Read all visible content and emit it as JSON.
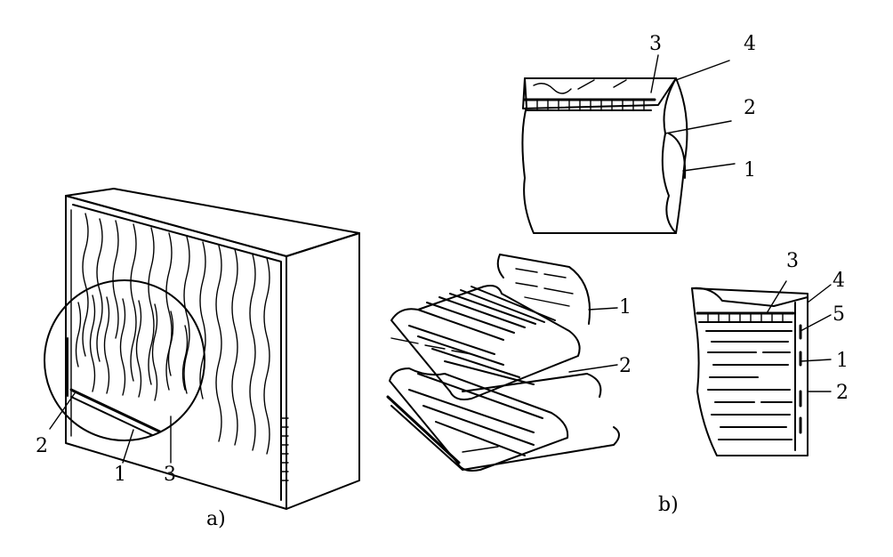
{
  "figure_a": {
    "caption": "a)",
    "callouts": [
      "2",
      "1",
      "3"
    ]
  },
  "figure_b": {
    "caption": "b)",
    "top_detail_callouts": [
      "3",
      "4",
      "2",
      "1"
    ],
    "middle_detail_callouts": [
      "1",
      "2"
    ],
    "right_detail_callouts": [
      "3",
      "4",
      "5",
      "1",
      "2"
    ]
  },
  "colors": {
    "ink": "#000000",
    "paper": "#ffffff"
  }
}
